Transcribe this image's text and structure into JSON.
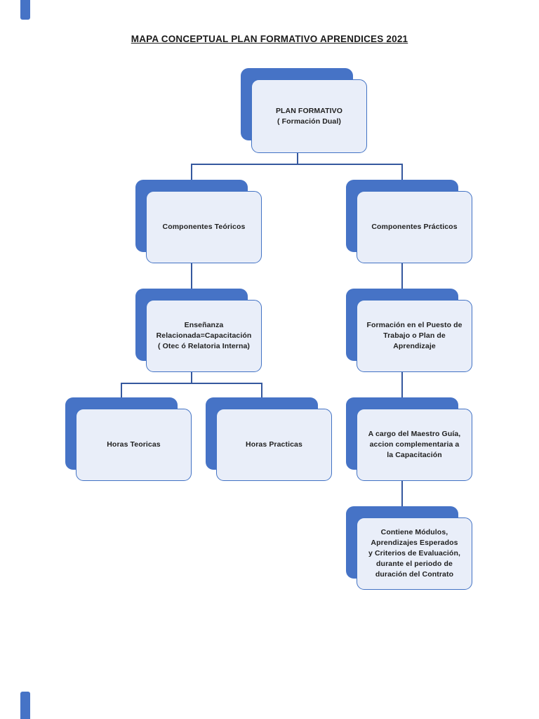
{
  "page": {
    "title": "MAPA CONCEPTUAL PLAN FORMATIVO APRENDICES 2021"
  },
  "diagram": {
    "type": "concept-map",
    "colors": {
      "node_shadow": "#4673c6",
      "node_fill": "#e9eef9",
      "node_border": "#4272c4",
      "connector": "#35589e",
      "text": "#1f1f1f"
    },
    "nodes": [
      {
        "id": "plan-formativo",
        "label": "PLAN FORMATIVO\n( Formación Dual)"
      },
      {
        "id": "componentes-teoricos",
        "label": "Componentes Teóricos"
      },
      {
        "id": "componentes-practicos",
        "label": "Componentes Prácticos"
      },
      {
        "id": "ensenanza-relacionada",
        "label": "Enseñanza\nRelacionada=Capacitación\n( Otec ó Relatoria Interna)"
      },
      {
        "id": "formacion-puesto",
        "label": "Formación en el Puesto de\nTrabajo o Plan de\nAprendizaje"
      },
      {
        "id": "horas-teoricas",
        "label": "Horas Teoricas"
      },
      {
        "id": "horas-practicas",
        "label": "Horas Practicas"
      },
      {
        "id": "maestro-guia",
        "label": "A cargo del Maestro Guía,\naccion complementaria a\nla Capacitación"
      },
      {
        "id": "contiene-modulos",
        "label": "Contiene Módulos,\nAprendizajes Esperados\ny Criterios de Evaluación,\ndurante el periodo de\nduración del Contrato"
      }
    ],
    "edges": [
      {
        "from": "plan-formativo",
        "to": "componentes-teoricos"
      },
      {
        "from": "plan-formativo",
        "to": "componentes-practicos"
      },
      {
        "from": "componentes-teoricos",
        "to": "ensenanza-relacionada"
      },
      {
        "from": "componentes-practicos",
        "to": "formacion-puesto"
      },
      {
        "from": "ensenanza-relacionada",
        "to": "horas-teoricas"
      },
      {
        "from": "ensenanza-relacionada",
        "to": "horas-practicas"
      },
      {
        "from": "formacion-puesto",
        "to": "maestro-guia"
      },
      {
        "from": "maestro-guia",
        "to": "contiene-modulos"
      }
    ]
  }
}
